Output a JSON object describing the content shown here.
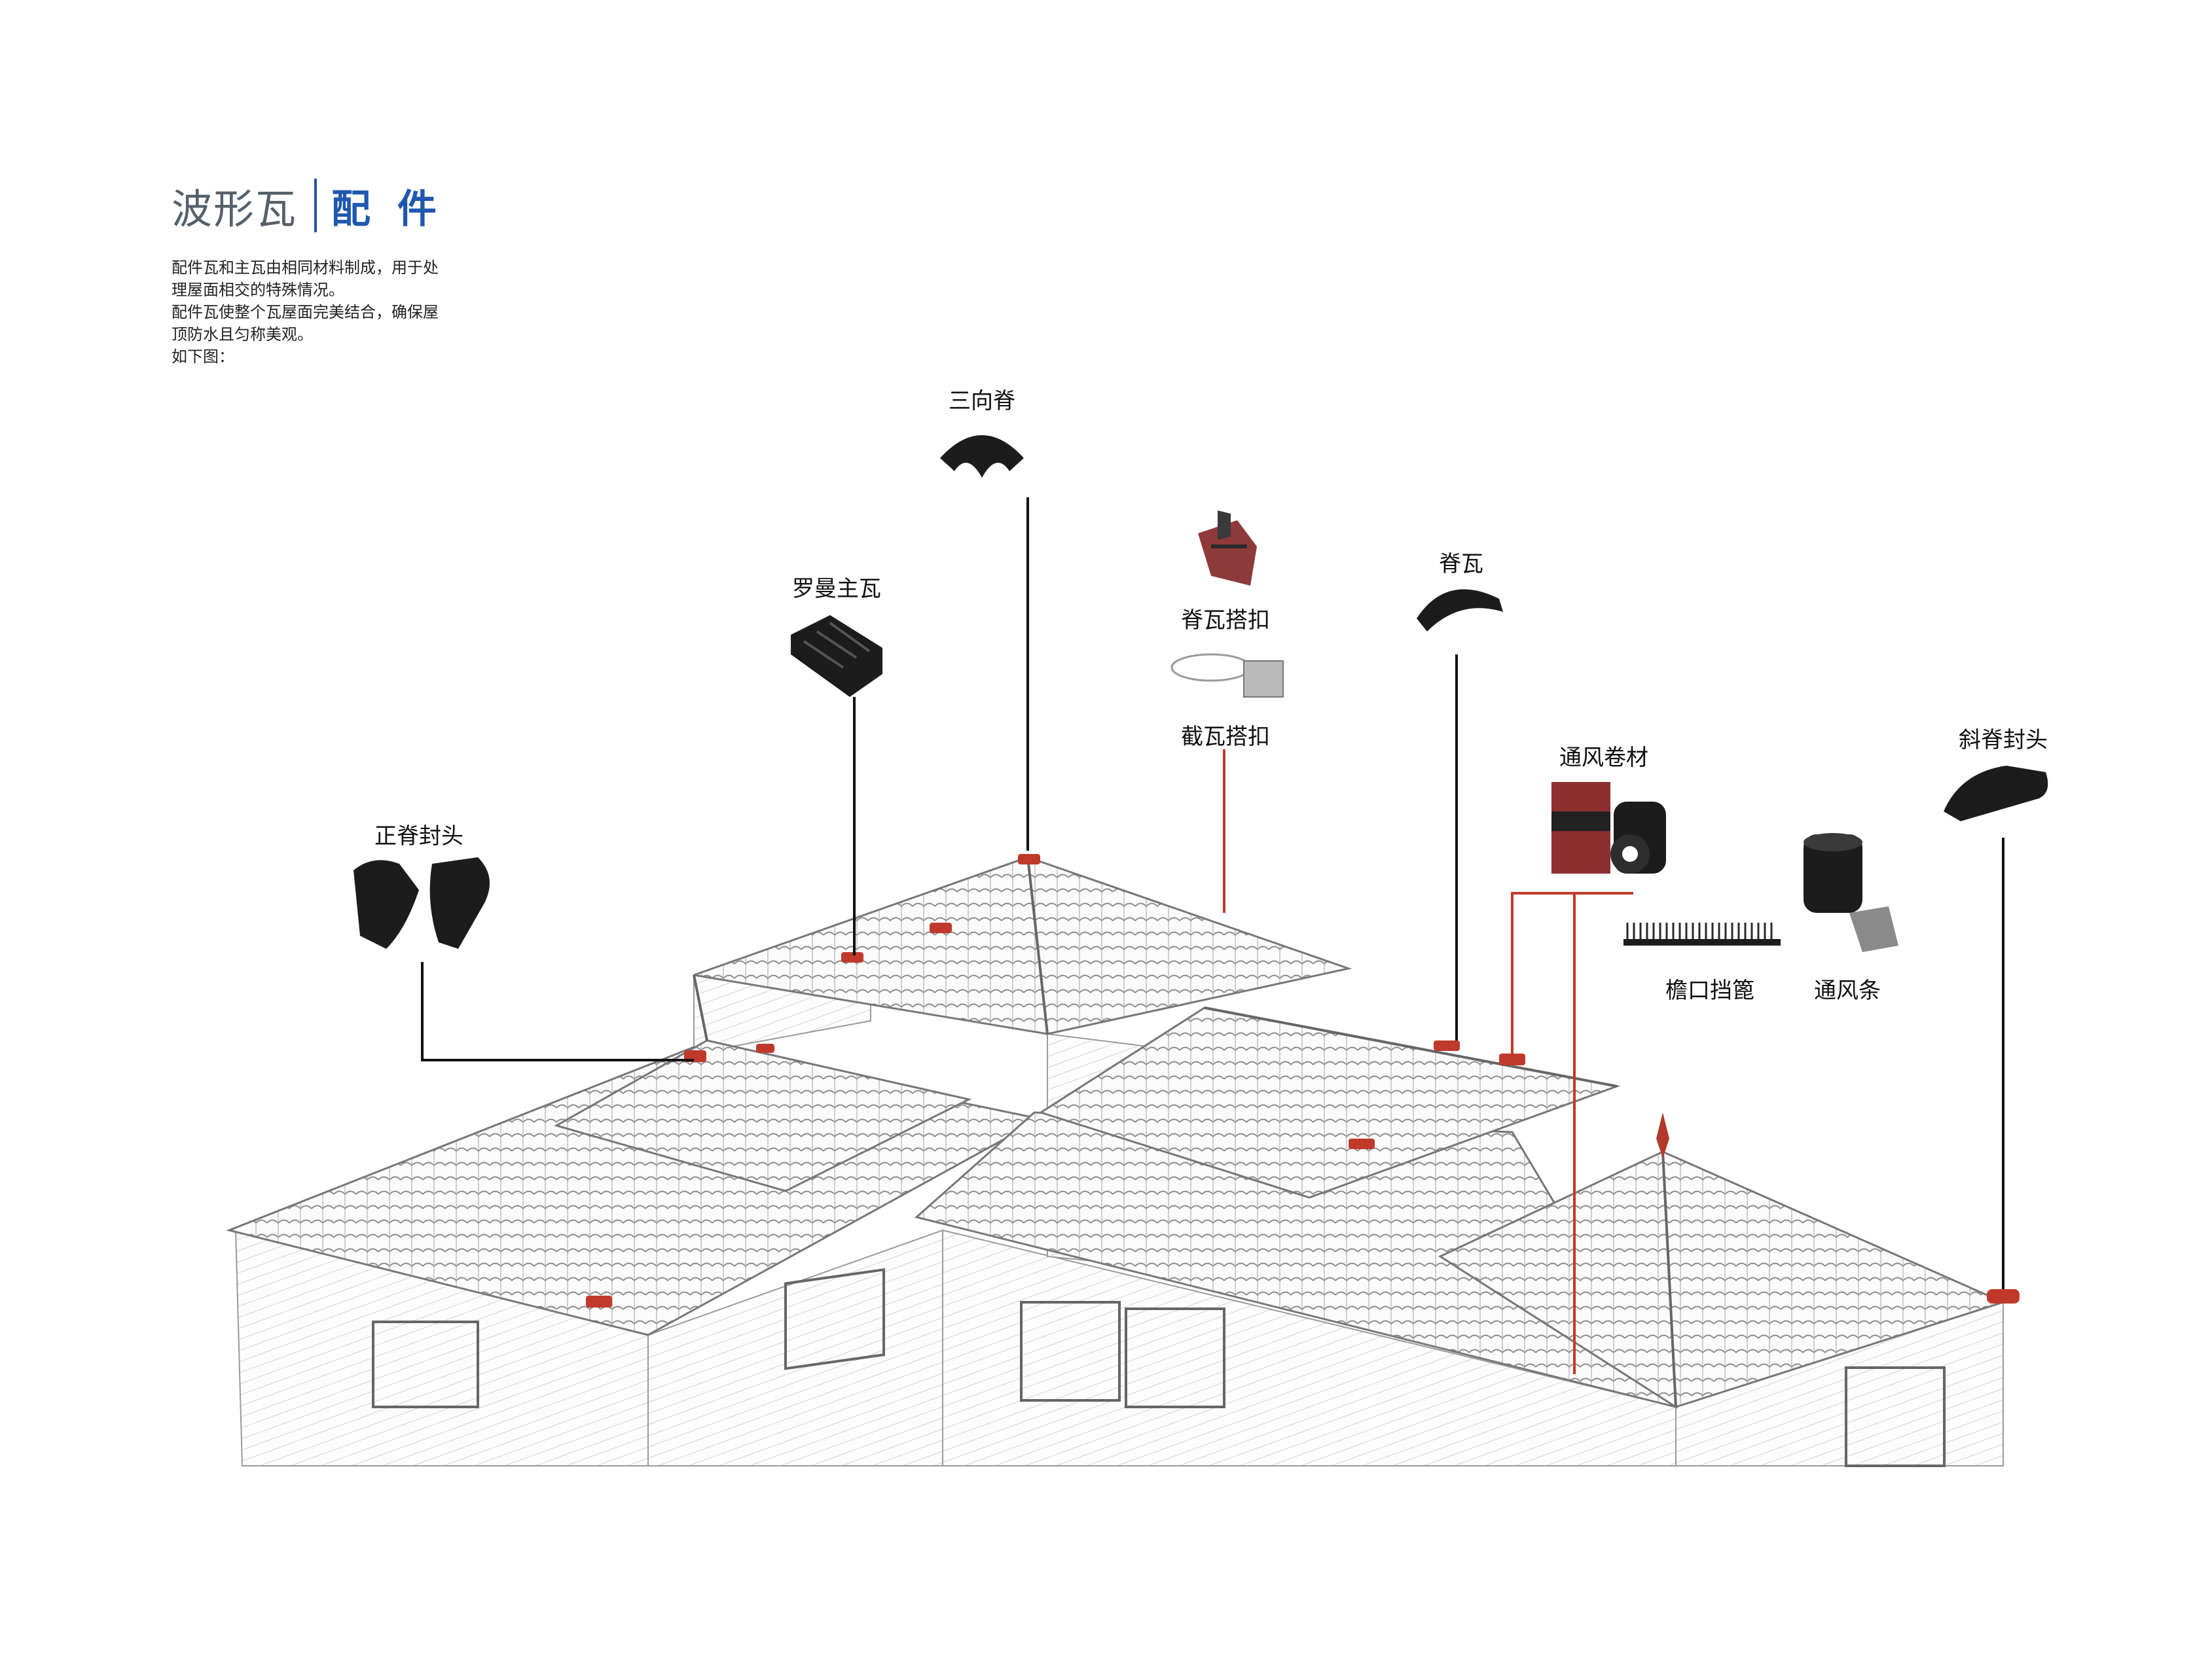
{
  "header": {
    "title": "波形瓦",
    "subtitle": "配 件"
  },
  "intro": {
    "lines": [
      "配件瓦和主瓦由相同材料制成，用于处",
      "理屋面相交的特殊情况。",
      "配件瓦使整个瓦屋面完美结合，确保屋",
      "顶防水且匀称美观。",
      "如下图："
    ]
  },
  "labels": {
    "three_way_ridge": "三向脊",
    "roman_tile": "罗曼主瓦",
    "ridge_clip": "脊瓦搭扣",
    "cut_tile_clip": "截瓦搭扣",
    "ridge_tile": "脊瓦",
    "ventilation_roll": "通风卷材",
    "hip_end_cap": "斜脊封头",
    "ridge_end_cap": "正脊封头",
    "eave_comb": "檐口挡篦",
    "vent_strip": "通风条"
  },
  "colors": {
    "accent_red": "#c0392b",
    "title_gray": "#55606b",
    "title_blue": "#1f57b0",
    "tile_dark": "#1c1c1c"
  }
}
